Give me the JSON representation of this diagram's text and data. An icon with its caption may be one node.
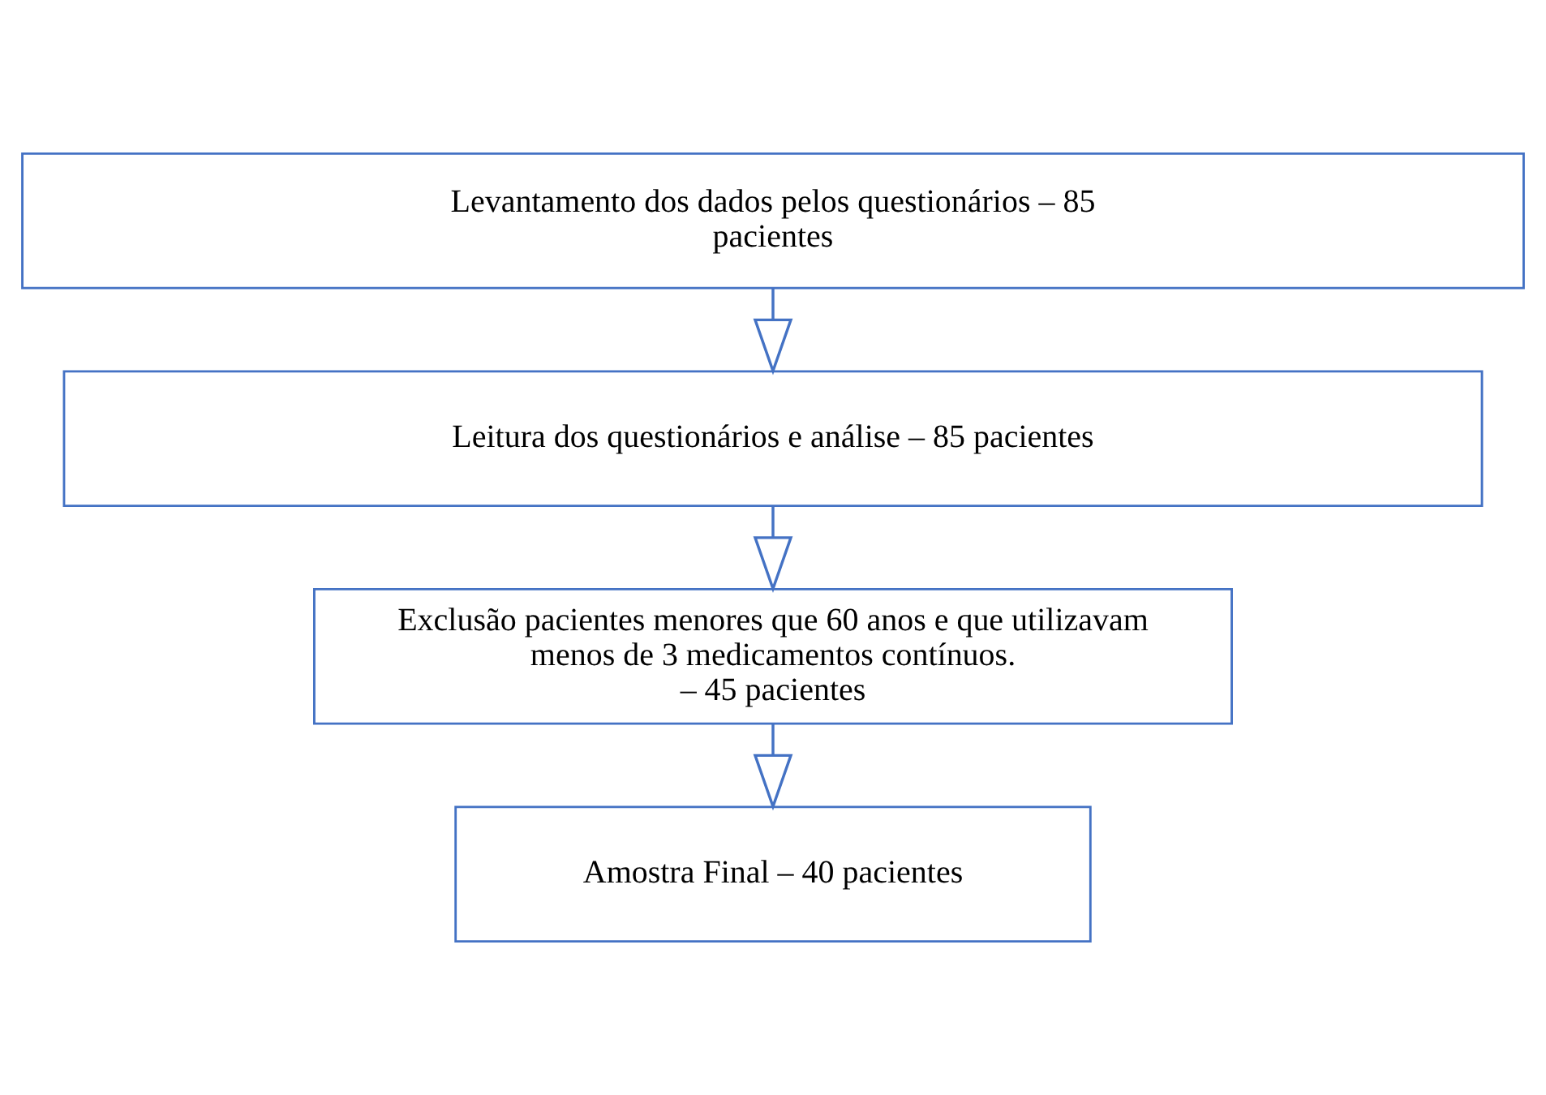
{
  "diagram": {
    "nodes": [
      {
        "text": [
          "Levantamento dos dados pelos questionários – 85 pacientes"
        ]
      },
      {
        "text": [
          "Leitura dos questionários e análise – 85 pacientes"
        ]
      },
      {
        "text": [
          "Exclusão pacientes menores que 60 anos e que utilizavam menos de 3 medicamentos contínuos.",
          "– 45 pacientes"
        ]
      },
      {
        "text": [
          "Amostra Final – 40 pacientes"
        ]
      }
    ],
    "edges": [
      {
        "from": 0,
        "to": 1,
        "arrow": "to"
      },
      {
        "from": 1,
        "to": 2,
        "arrow": "to"
      },
      {
        "from": 2,
        "to": 3,
        "arrow": "to"
      }
    ]
  }
}
